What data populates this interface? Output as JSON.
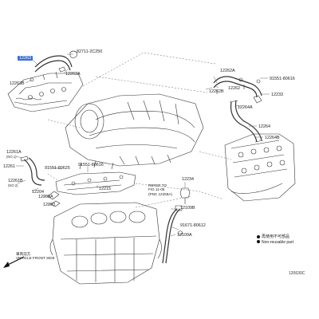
{
  "labels": {
    "p12263": "12263",
    "p12263a": "12263A",
    "p12263b": "12263B",
    "p12262a": "12262A",
    "p12262": "12262",
    "p12262b": "12262B",
    "p12233": "12233",
    "p12264a": "12264A",
    "p12264": "12264",
    "p12264b": "12264B",
    "p12261a": "12261A",
    "p12261": "12261",
    "p12261b": "12261B",
    "p12204": "12204",
    "p12203a": "12203A",
    "p12203": "12203",
    "p12215": "12215",
    "p12234": "12234",
    "p12109b": "12109B",
    "p12109a": "12109A",
    "p91551_80616": "91551-80616",
    "p91551_80625": "91551-80625",
    "p91551_80616b": "91551-80616",
    "p91671_80612": "91671-80612",
    "p82711": "82711-2C250"
  },
  "sublabels": {
    "no1": "(NO.1)",
    "no2": "(NO.2)"
  },
  "reference": {
    "line1": "REFER TO",
    "line2": "FIG 11-05",
    "line3": "(PNC 12258A)"
  },
  "legend": {
    "reusable": "再使用不可部品",
    "non_reusable": "Non-reusable part"
  },
  "front": {
    "jp": "車両前方",
    "en": "VEHICLE FRONT SIDE"
  },
  "figure_code": "120630C",
  "colors": {
    "highlight": "#3a6fd8",
    "line": "#444444"
  }
}
